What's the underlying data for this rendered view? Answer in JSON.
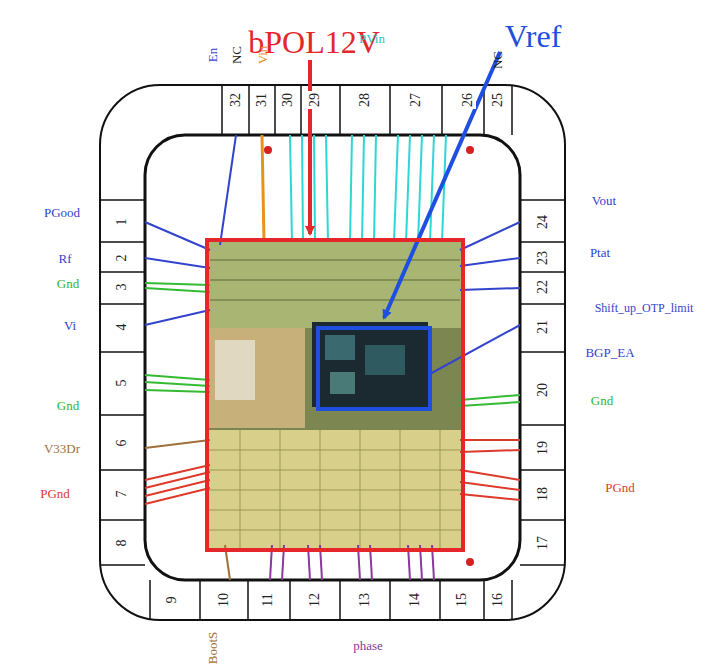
{
  "diagram": {
    "nodes": [
      {
        "text": [
          "bPOL12V"
        ]
      },
      {
        "text": [
          "Vref"
        ],
        "in": 0
      }
    ],
    "edges": [],
    "labels": [
      "En",
      "NC",
      "Vin",
      "PVin",
      "32",
      "31",
      "30",
      "29",
      "28",
      "27",
      "26",
      "25",
      "NC",
      "PGood",
      "Rf",
      "Gnd",
      "Vi",
      "Gnd",
      "V33Dr",
      "PGnd",
      "1",
      "2",
      "3",
      "4",
      "5",
      "6",
      "7",
      "8",
      "Vout",
      "Ptat",
      "Shift_up_OTP_limit",
      "BGP_EA",
      "Gnd",
      "PGnd",
      "24",
      "23",
      "22",
      "21",
      "20",
      "19",
      "18",
      "17",
      "9",
      "10",
      "11",
      "12",
      "13",
      "14",
      "15",
      "16",
      "BootS",
      "phase"
    ]
  }
}
